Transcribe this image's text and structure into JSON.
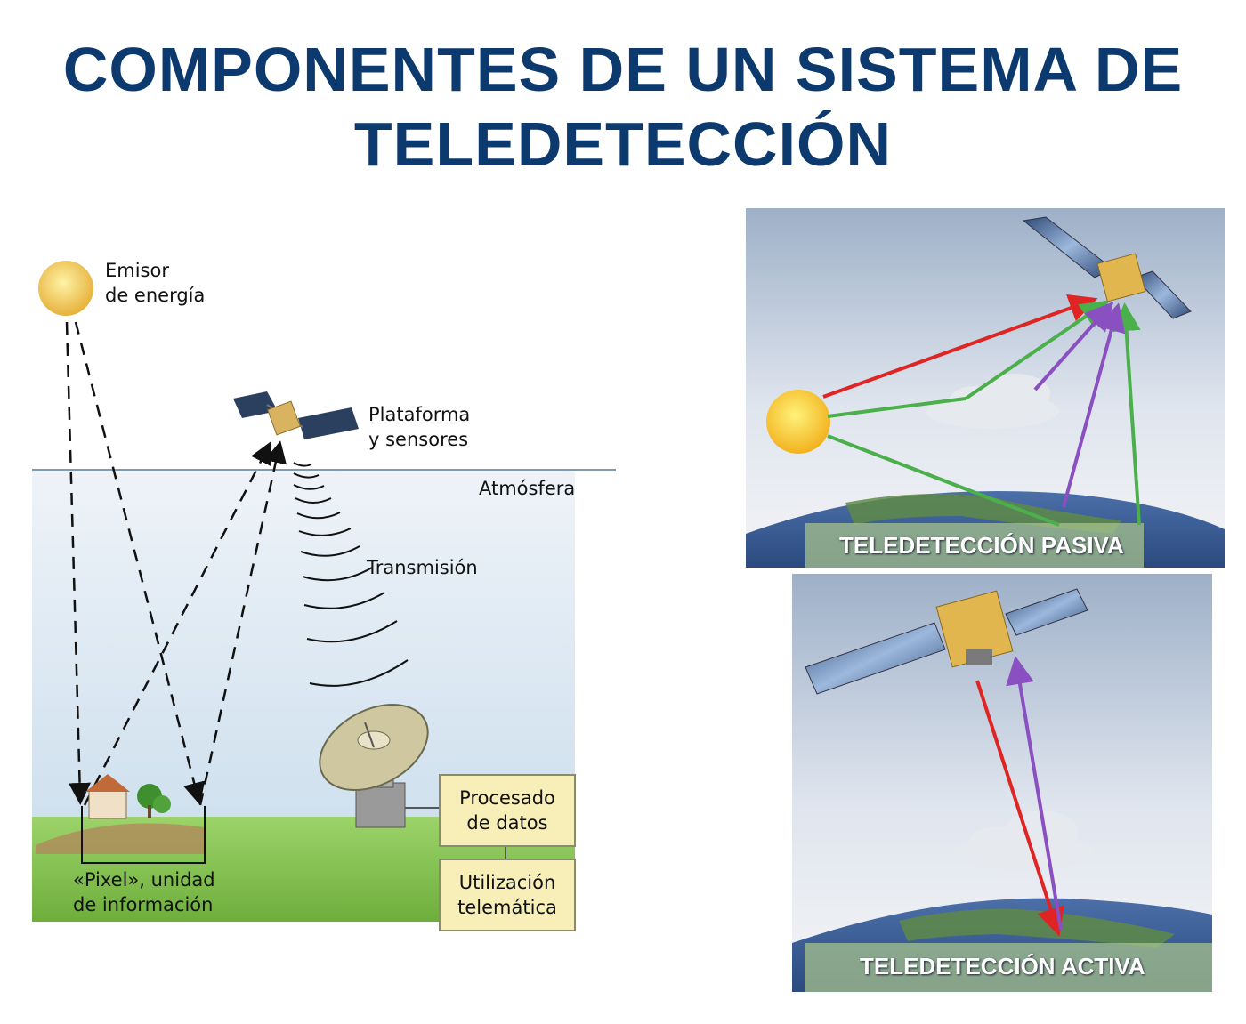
{
  "title": {
    "line1": "COMPONENTES DE UN SISTEMA DE",
    "line2": "TELEDETECCIÓN"
  },
  "left_diagram": {
    "emisor_line1": "Emisor",
    "emisor_line2": "de energía",
    "plataforma_line1": "Plataforma",
    "plataforma_line2": "y sensores",
    "atmosfera": "Atmósfera",
    "transmision": "Transmisión",
    "pixel_line1": "«Pixel», unidad",
    "pixel_line2": "de información",
    "procesado_line1": "Procesado",
    "procesado_line2": "de datos",
    "utilizacion_line1": "Utilización",
    "utilizacion_line2": "telemática"
  },
  "right_panels": {
    "pasiva_caption": "TELEDETECCIÓN PASIVA",
    "activa_caption": "TELEDETECCIÓN ACTIVA",
    "colors": {
      "red": "#e02424",
      "green": "#4bb04b",
      "purple": "#8a4fc0"
    }
  }
}
